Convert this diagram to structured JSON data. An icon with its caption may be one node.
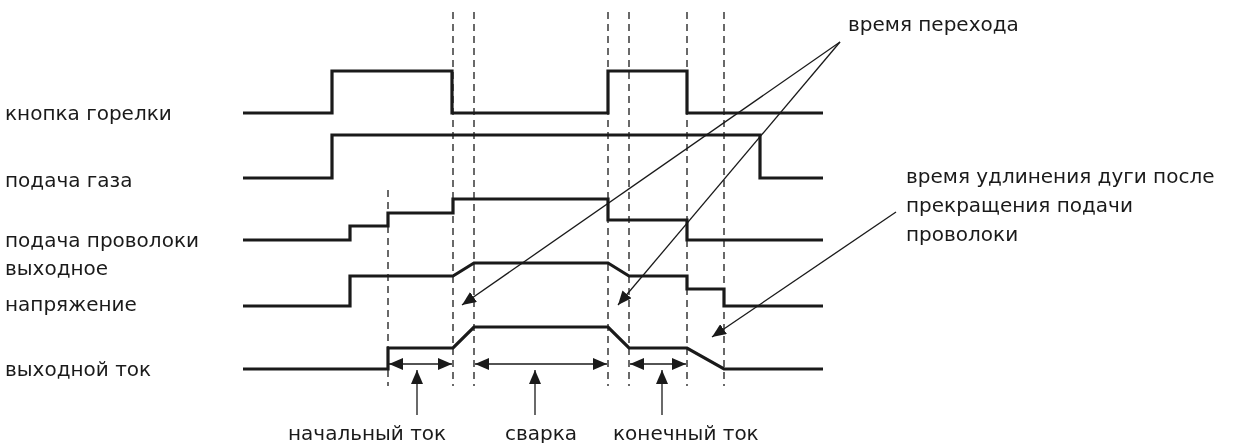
{
  "diagram": {
    "nodes": [
      {
        "text": [
          "время перехода"
        ]
      },
      {
        "text": [
          "время удлинения дуги после прекращения подачи проволоки"
        ]
      },
      {
        "text": [
          "начальный ток"
        ]
      },
      {
        "text": [
          "сварка"
        ]
      },
      {
        "text": [
          "конечный ток"
        ]
      }
    ],
    "edges": [
      {
        "from": 0,
        "to": null,
        "arrow": "to"
      },
      {
        "from": 0,
        "to": null,
        "arrow": "to"
      },
      {
        "from": 1,
        "to": null,
        "arrow": "to"
      },
      {
        "from": 2,
        "to": null,
        "arrow": "to"
      },
      {
        "from": 3,
        "to": null,
        "arrow": "to"
      },
      {
        "from": 4,
        "to": null,
        "arrow": "to"
      }
    ],
    "labels": [
      "кнопка горелки",
      "подача газа",
      "подача проволоки",
      "выходное напряжение",
      "выходной ток"
    ]
  }
}
